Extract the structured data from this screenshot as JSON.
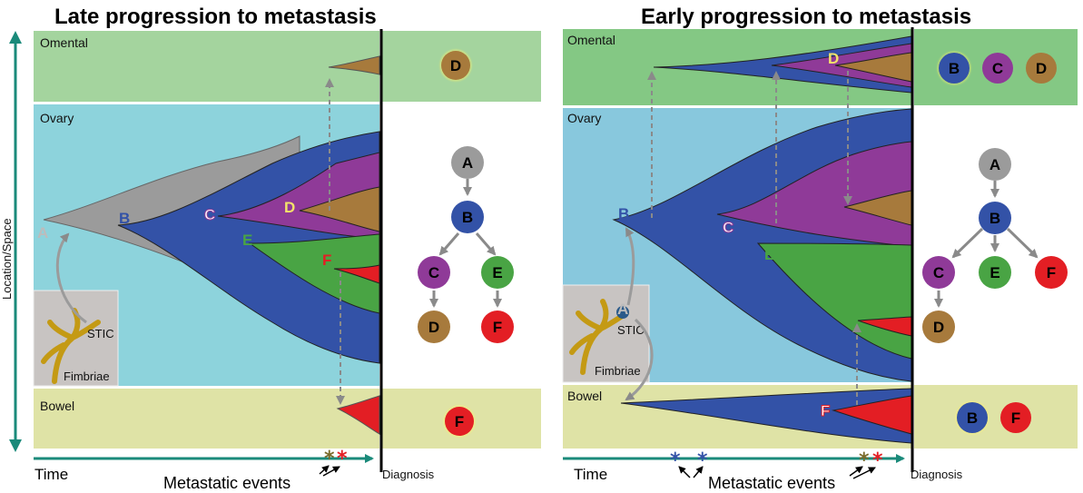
{
  "panels": [
    {
      "title": "Late progression to metastasis",
      "regions": {
        "omental": "Omental",
        "ovary": "Ovary",
        "bowel": "Bowel"
      },
      "clone_labels": {
        "A": "A",
        "B": "B",
        "C": "C",
        "D": "D",
        "E": "E",
        "F": "F"
      },
      "inset": {
        "stic": "STIC",
        "fimbriae": "Fimbriae"
      },
      "omental_nodes": [
        "D"
      ],
      "bowel_nodes": [
        "F"
      ],
      "tree_nodes": {
        "A": "A",
        "B": "B",
        "C": "C",
        "D": "D",
        "E": "E",
        "F": "F"
      },
      "time_label": "Time",
      "metastatic_events_label": "Metastatic events",
      "diagnosis_label": "Diagnosis",
      "y_axis_label": "Location/Space"
    },
    {
      "title": "Early progression to metastasis",
      "regions": {
        "omental": "Omental",
        "ovary": "Ovary",
        "bowel": "Bowel"
      },
      "clone_labels": {
        "A": "A",
        "B": "B",
        "C": "C",
        "D": "D",
        "E": "E",
        "F": "F"
      },
      "inset": {
        "stic": "STIC",
        "fimbriae": "Fimbriae"
      },
      "omental_nodes": [
        "B",
        "C",
        "D"
      ],
      "bowel_nodes": [
        "B",
        "F"
      ],
      "tree_nodes": {
        "A": "A",
        "B": "B",
        "C": "C",
        "D": "D",
        "E": "E",
        "F": "F"
      },
      "time_label": "Time",
      "metastatic_events_label": "Metastatic events",
      "diagnosis_label": "Diagnosis"
    }
  ],
  "colors": {
    "A": "#9b9b9b",
    "B": "#3352a7",
    "C": "#8f3a98",
    "D": "#a77a3c",
    "E": "#49a444",
    "F": "#e31e24",
    "omental_bg": "#a4d49e",
    "omental_bg_dark": "#84c884",
    "ovary_bg": "#8dd3dc",
    "ovary_bg_alt": "#88c8dd",
    "bowel_bg": "#dfe3a6",
    "axis": "#1a8a7a"
  }
}
